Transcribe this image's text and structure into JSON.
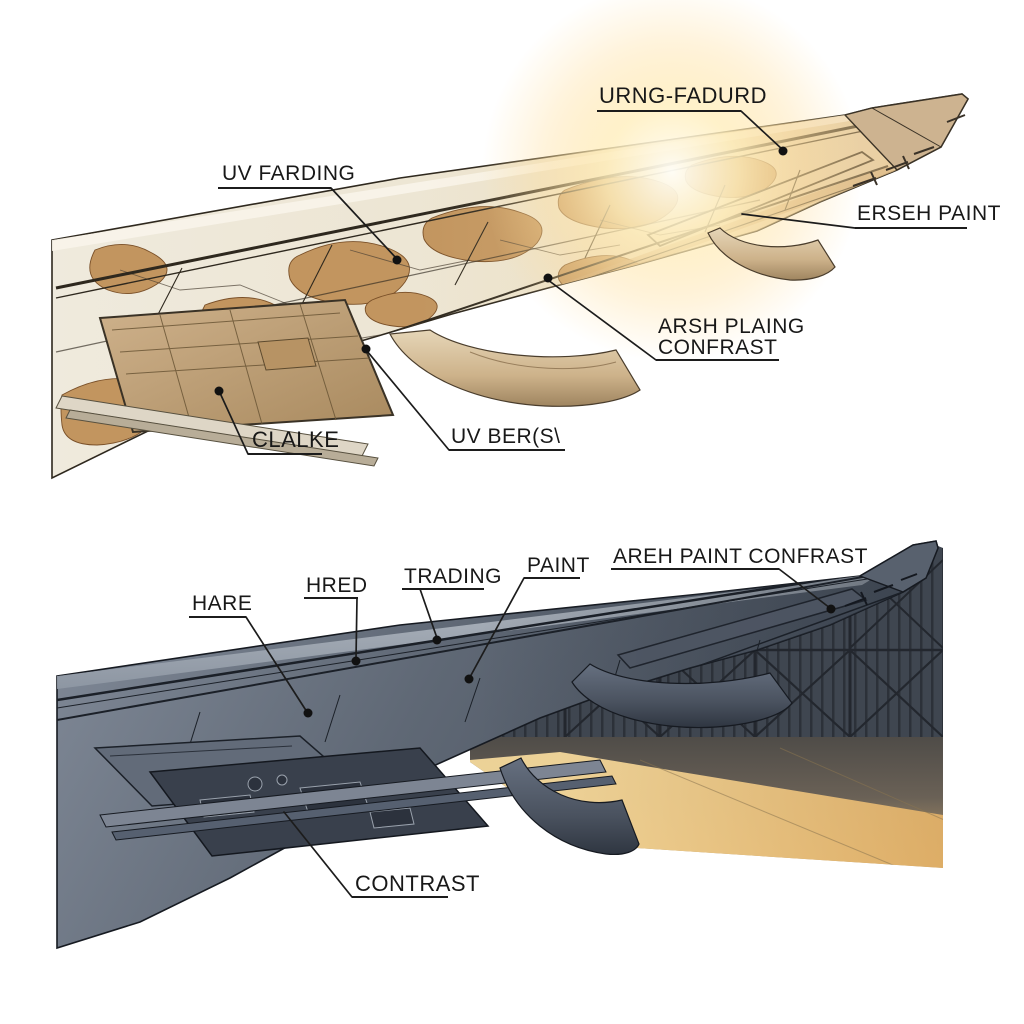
{
  "top_diagram": {
    "labels": {
      "urng_fadurd": "URNG-FADURD",
      "uv_farding": "UV FARDING",
      "erseh_paint": "ERSEH PAINT",
      "arsh_line1": "ARSH PLAING",
      "arsh_line2": "CONFRAST",
      "clalke": "CLALKE",
      "uv_bers": "UV BER(S\\"
    },
    "colors": {
      "wing_base": "#ece6d6",
      "worn_patch": "#c2955f",
      "winglet": "#cdb390",
      "fairing": "#d6c29e",
      "sun_glow": "#ffe9ad",
      "outline": "#2e281e"
    }
  },
  "bottom_diagram": {
    "labels": {
      "hare": "HARE",
      "hred": "HRED",
      "trading": "TRADING",
      "paint": "PAINT",
      "areh_paint_confrast": "AREH PAINT CONFRAST",
      "contrast": "CONTRAST"
    },
    "colors": {
      "wing_base": "#5c6673",
      "wing_dark": "#454d59",
      "hangar_wall": "#3f4650",
      "floor_gold": "#eec988",
      "outline": "#1b2028"
    }
  }
}
